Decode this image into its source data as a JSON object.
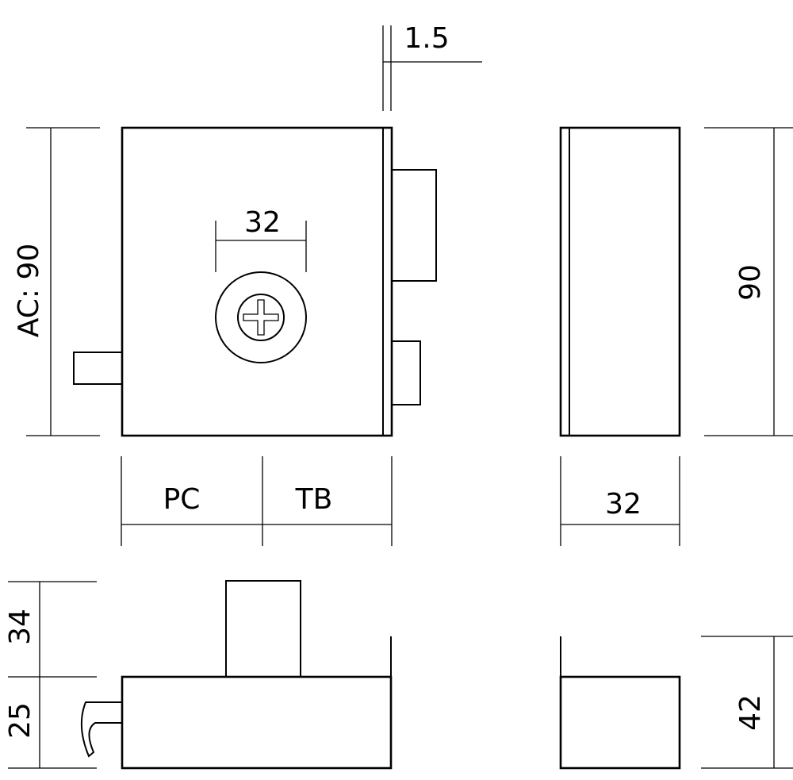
{
  "labels": {
    "gap": "1.5",
    "height_front": "AC: 90",
    "hole_spacing": "32",
    "pc": "PC",
    "tb": "TB",
    "height_side": "90",
    "depth_side": "32",
    "bolt_height": "34",
    "body_depth": "25",
    "side_depth": "42"
  }
}
